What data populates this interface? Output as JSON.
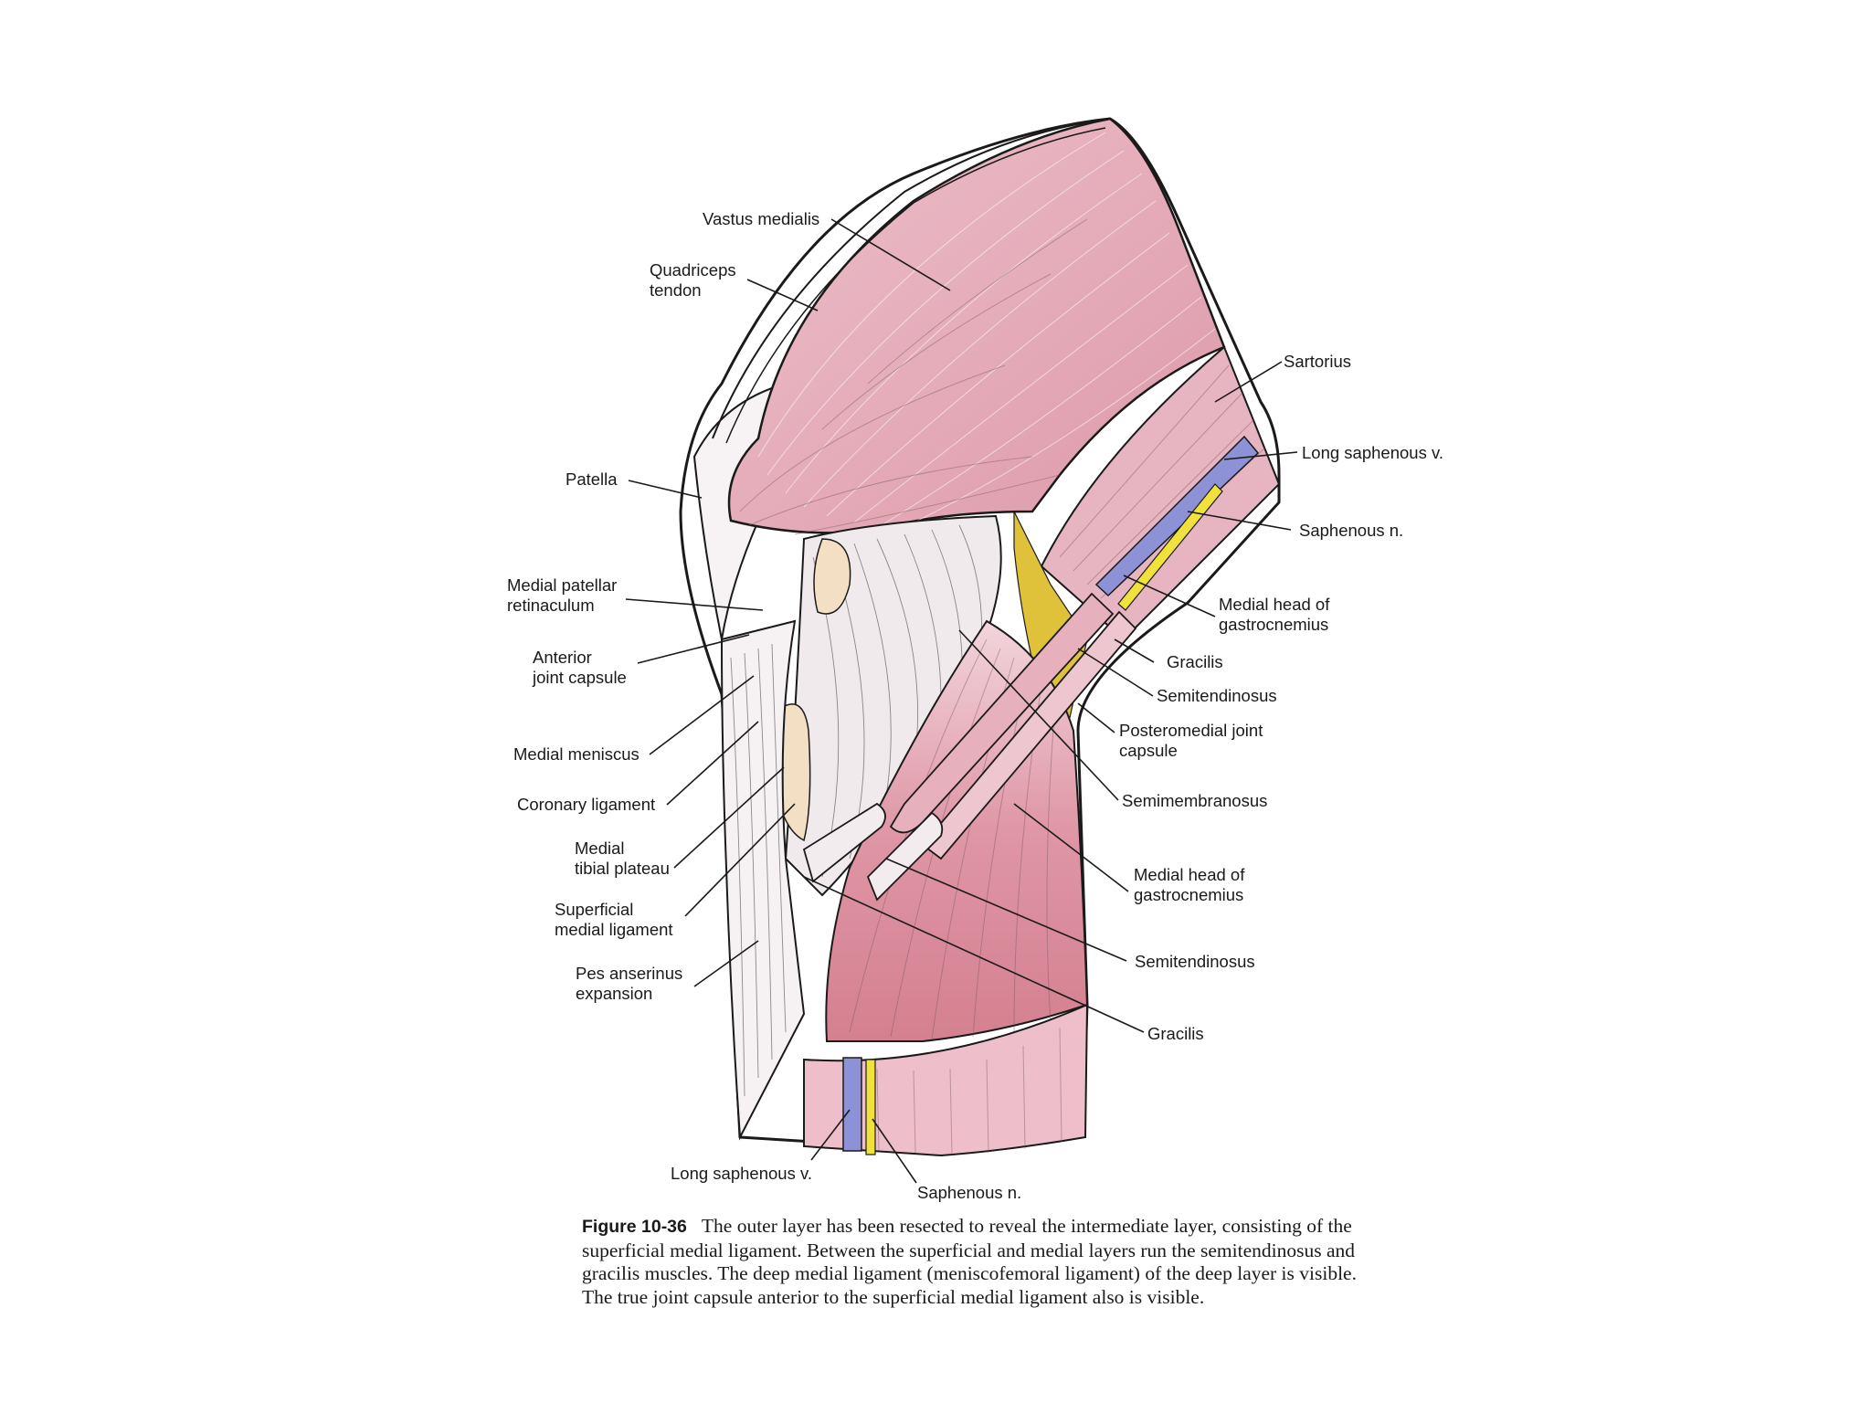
{
  "colors": {
    "muscle": "#e8b3c0",
    "muscle_dark": "#d98ea0",
    "tendon": "#f2ecee",
    "vein": "#8d92d6",
    "nerve": "#f1e23b",
    "fat": "#e0c23a",
    "bone": "#f3dfc3"
  },
  "labels": {
    "vastus_medialis": "Vastus medialis",
    "quadriceps_tendon_1": "Quadriceps",
    "quadriceps_tendon_2": "tendon",
    "patella": "Patella",
    "medial_patellar_retinaculum_1": "Medial patellar",
    "medial_patellar_retinaculum_2": "retinaculum",
    "anterior_joint_capsule_1": "Anterior",
    "anterior_joint_capsule_2": "joint capsule",
    "medial_meniscus": "Medial meniscus",
    "coronary_ligament": "Coronary ligament",
    "medial_tibial_plateau_1": "Medial",
    "medial_tibial_plateau_2": "tibial plateau",
    "superficial_medial_ligament_1": "Superficial",
    "superficial_medial_ligament_2": "medial ligament",
    "pes_anserinus_expansion_1": "Pes anserinus",
    "pes_anserinus_expansion_2": "expansion",
    "long_saphenous_v_bottom": "Long saphenous v.",
    "saphenous_n_bottom": "Saphenous n.",
    "sartorius": "Sartorius",
    "long_saphenous_v_top": "Long saphenous v.",
    "saphenous_n_top": "Saphenous n.",
    "medial_head_gastrocnemius_top_1": "Medial head of",
    "medial_head_gastrocnemius_top_2": "gastrocnemius",
    "gracilis_top": "Gracilis",
    "semitendinosus_top": "Semitendinosus",
    "posteromedial_joint_capsule_1": "Posteromedial joint",
    "posteromedial_joint_capsule_2": "capsule",
    "semimembranosus": "Semimembranosus",
    "medial_head_gastrocnemius_bottom_1": "Medial head of",
    "medial_head_gastrocnemius_bottom_2": "gastrocnemius",
    "semitendinosus_bottom": "Semitendinosus",
    "gracilis_bottom": "Gracilis"
  },
  "caption": {
    "figure_number": "Figure 10-36",
    "text": "The outer layer has been resected to reveal the intermediate layer, consisting of the superficial medial ligament. Between the superficial and medial layers run the semitendinosus and gracilis muscles. The deep medial ligament (meniscofemoral ligament) of the deep layer is visible. The true joint capsule anterior to the superficial medial ligament also is visible."
  }
}
